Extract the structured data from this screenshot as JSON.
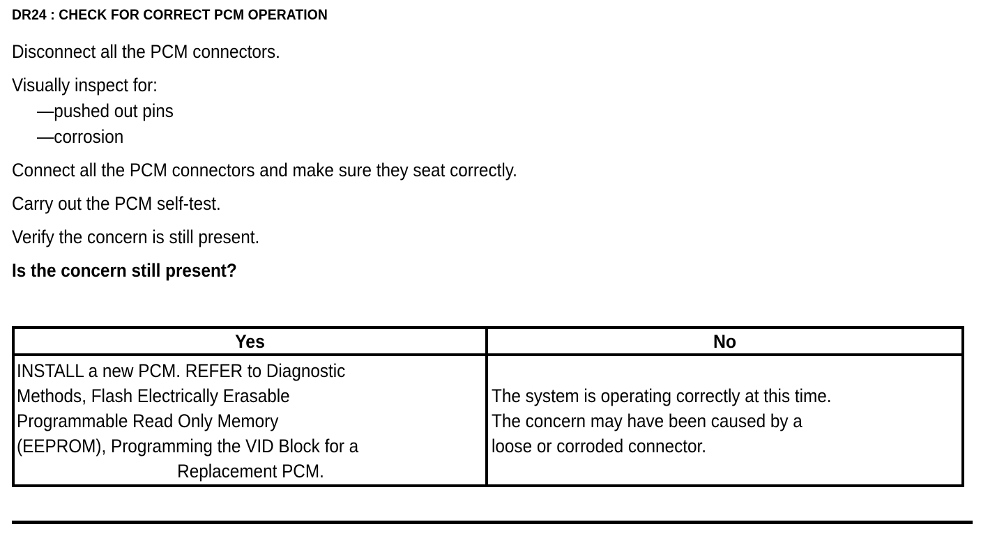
{
  "document": {
    "step_title": "DR24 : CHECK FOR CORRECT PCM OPERATION",
    "instructions": [
      {
        "text": "Disconnect all the PCM connectors.",
        "style": "normal",
        "indent": false
      },
      {
        "text": "Visually inspect for:",
        "style": "normal",
        "indent": false
      },
      {
        "text": "—pushed out pins",
        "style": "normal",
        "indent": true
      },
      {
        "text": "—corrosion",
        "style": "normal",
        "indent": true
      },
      {
        "text": "Connect all the PCM connectors and make sure they seat correctly.",
        "style": "normal",
        "indent": false
      },
      {
        "text": "Carry out the PCM self-test.",
        "style": "normal",
        "indent": false
      },
      {
        "text": "Verify the concern is still present.",
        "style": "normal",
        "indent": false
      },
      {
        "text": "Is the concern still present?",
        "style": "bold",
        "indent": false
      }
    ],
    "decision_table": {
      "headers": [
        "Yes",
        "No"
      ],
      "yes_cell_lines": [
        "INSTALL a new PCM. REFER to Diagnostic",
        "Methods, Flash Electrically Erasable",
        "Programmable Read Only Memory",
        "(EEPROM), Programming the VID Block for a",
        "Replacement PCM."
      ],
      "no_cell_lines": [
        "The system is operating correctly at this time.",
        "The concern may have been caused by a",
        "loose or corroded connector."
      ]
    },
    "colors": {
      "ink": "#000000",
      "paper": "#ffffff"
    }
  }
}
